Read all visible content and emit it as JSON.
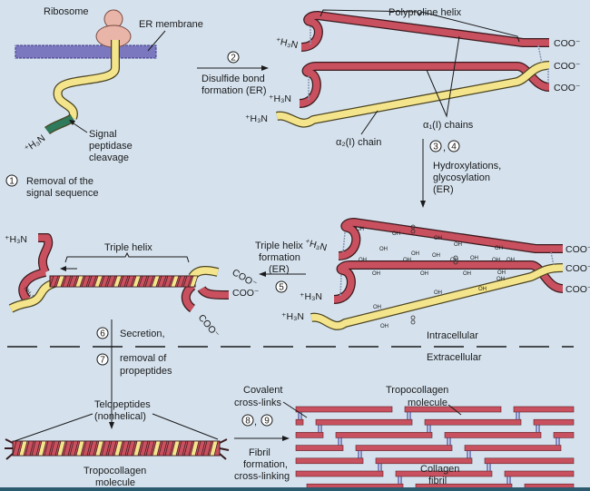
{
  "colors": {
    "background": "#d5e2ee",
    "alpha1_chain": "#c9505e",
    "alpha2_chain": "#f4e58c",
    "signal_sequence": "#2e7a5a",
    "membrane": "#7b78c0",
    "ribosome": "#e8b5a8",
    "border": "#2c5a6e"
  },
  "step1": {
    "ribosome": "Ribosome",
    "er_membrane": "ER membrane",
    "signal_l1": "Signal",
    "signal_l2": "peptidase",
    "signal_l3": "cleavage",
    "amino": "⁺H₃N",
    "num": "1",
    "desc_l1": "Removal of the",
    "desc_l2": "signal sequence"
  },
  "step2": {
    "num": "2",
    "desc_l1": "Disulfide bond",
    "desc_l2": "formation (ER)",
    "polyproline": "Polyproline helix",
    "alpha1": "α₁(I) chains",
    "alpha2": "α₂(I) chain",
    "amino": "⁺H₃N",
    "carboxyl": "COO⁻"
  },
  "step34": {
    "num_a": "3",
    "num_b": "4",
    "sep": ",",
    "desc_l1": "Hydroxylations,",
    "desc_l2": "glycosylation",
    "desc_l3": "(ER)",
    "oh": "OH"
  },
  "step5": {
    "num": "5",
    "desc_l1": "Triple helix",
    "desc_l2": "formation",
    "desc_l3": "(ER)",
    "triple_helix": "Triple helix",
    "amino": "⁺H₃N",
    "nh3": "NH₃⁺"
  },
  "step67": {
    "num_a": "6",
    "num_b": "7",
    "desc_l1": "Secretion,",
    "desc_l2": "removal of",
    "desc_l3": "propeptides"
  },
  "compartments": {
    "intracellular": "Intracellular",
    "extracellular": "Extracellular"
  },
  "tropocollagen": {
    "telo_l1": "Telopeptides",
    "telo_l2": "(nonhelical)",
    "label_l1": "Tropocollagen",
    "label_l2": "molecule"
  },
  "step89": {
    "num_a": "8",
    "num_b": "9",
    "sep": ",",
    "desc_l1": "Fibril",
    "desc_l2": "formation,",
    "desc_l3": "cross-linking"
  },
  "fibril": {
    "crosslinks_l1": "Covalent",
    "crosslinks_l2": "cross-links",
    "tropo_l1": "Tropocollagen",
    "tropo_l2": "molecule",
    "label_l1": "Collagen",
    "label_l2": "fibril"
  }
}
